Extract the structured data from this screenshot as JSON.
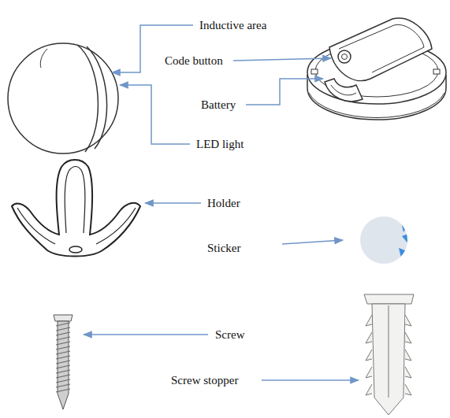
{
  "diagram": {
    "labels": [
      "Inductive area",
      "Code button",
      "Battery",
      "LED light",
      "Holder",
      "Sticker",
      "Screw",
      "Screw stopper"
    ]
  }
}
